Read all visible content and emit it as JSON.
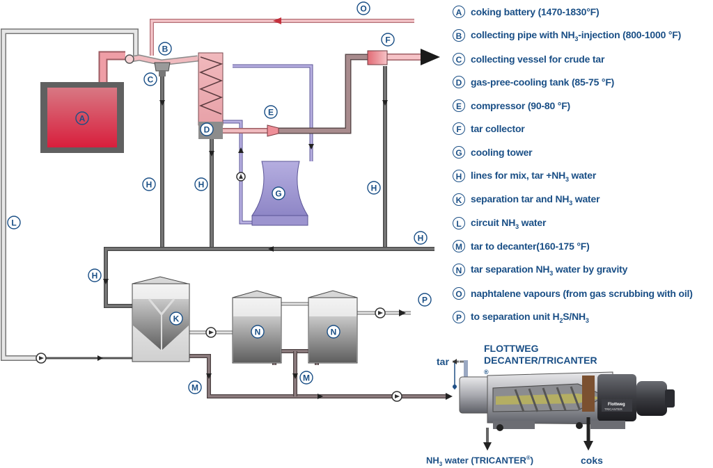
{
  "legend": {
    "A": {
      "letter": "A",
      "text": "coking battery (1470-1830°F)"
    },
    "B": {
      "letter": "B",
      "text_before": "collecting pipe with NH",
      "sub": "3",
      "text_after": "-injection (800-1000 °F)"
    },
    "C": {
      "letter": "C",
      "text": "collecting vessel for crude tar"
    },
    "D": {
      "letter": "D",
      "text": "gas-pree-cooling tank (85-75 °F)"
    },
    "E": {
      "letter": "E",
      "text": "compressor (90-80 °F)"
    },
    "F": {
      "letter": "F",
      "text": "tar collector"
    },
    "G": {
      "letter": "G",
      "text": "cooling tower"
    },
    "H": {
      "letter": "H",
      "text_before": "lines for mix, tar +NH",
      "sub": "3",
      "text_after": " water"
    },
    "K": {
      "letter": "K",
      "text_before": "separation tar and NH",
      "sub": "3",
      "text_after": " water"
    },
    "L": {
      "letter": "L",
      "text_before": "circuit NH",
      "sub": "3",
      "text_after": " water"
    },
    "M": {
      "letter": "M",
      "text": "tar to decanter(160-175 °F)"
    },
    "N": {
      "letter": "N",
      "text_before": "tar separation NH",
      "sub": "3",
      "text_after": " water by gravity"
    },
    "O": {
      "letter": "O",
      "text": "naphtalene vapours (from gas scrubbing with oil)"
    },
    "P": {
      "letter": "P",
      "text_before": "to separation unit H",
      "sub": "2",
      "text_mid": "S/NH",
      "sub2": "3"
    }
  },
  "decanter": {
    "title_line1": "FLOTTWEG",
    "title_line2": "DECANTER/TRICANTER",
    "reg": "®",
    "brand": "Flottweg",
    "model": "TRICANTER"
  },
  "outputs": {
    "tar": "tar",
    "nh3_prefix": "NH",
    "nh3_sub": "3",
    "nh3_suffix": " water (TRICANTER",
    "nh3_reg": "®",
    "nh3_close": ")",
    "coks": "coks"
  },
  "colors": {
    "label_blue": "#1a4f86",
    "hot_gas_red": "#d9404a",
    "pink_pipe": "#efb3b8",
    "gray_pipe": "#6e6e6e",
    "lavender_pipe": "#a49bd0",
    "tank_gray": "#c8c8c8"
  }
}
